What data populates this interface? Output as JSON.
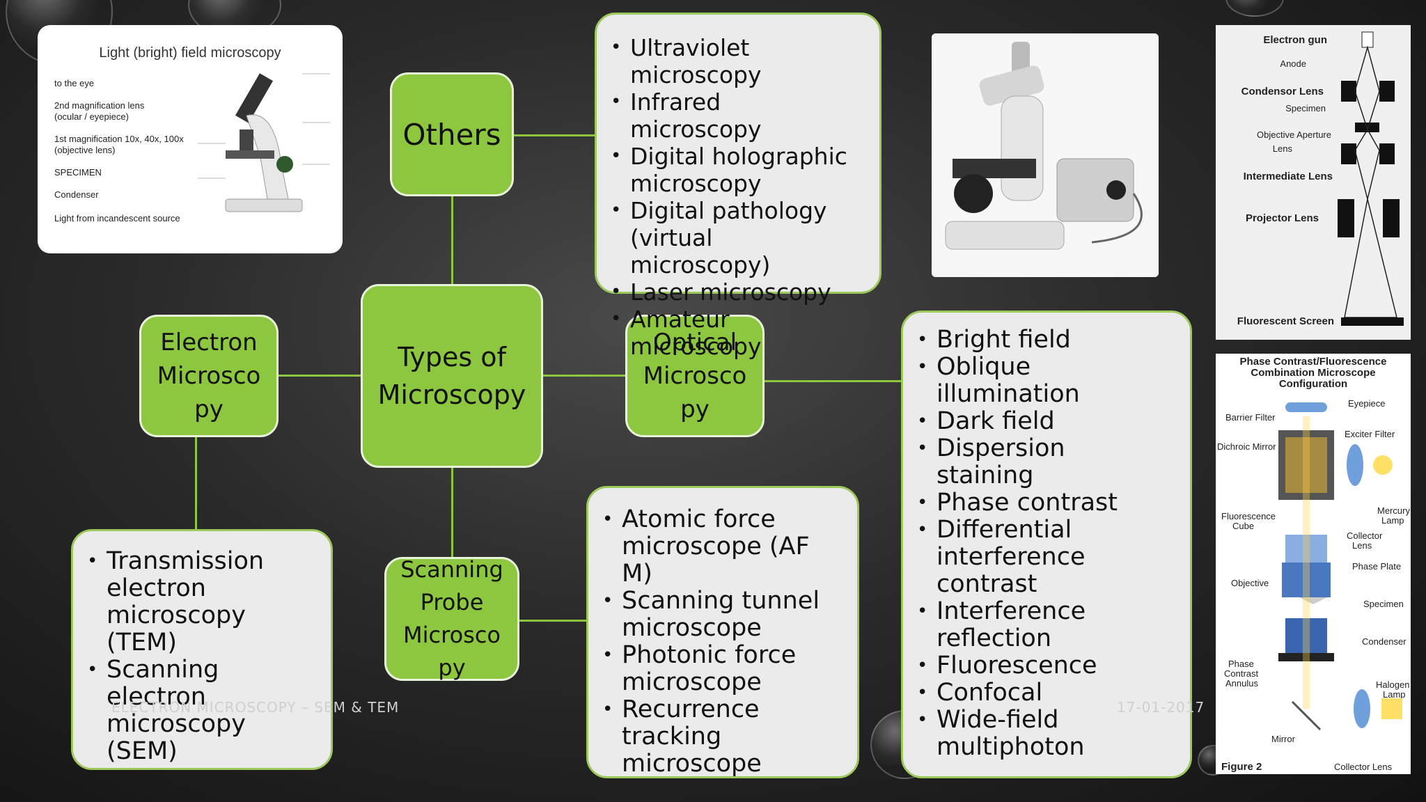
{
  "center": {
    "line1": "Types of",
    "line2": "Microscopy"
  },
  "others": {
    "label": "Others"
  },
  "electron": {
    "line1": "Electron",
    "line2": "Microsco",
    "line3": "py"
  },
  "optical": {
    "line1": "Optical",
    "line2": "Microsco",
    "line3": "py"
  },
  "scanning": {
    "line1": "Scanning",
    "line2": "Probe",
    "line3": "Microsco",
    "line4": "py"
  },
  "others_list": [
    [
      "Ultraviolet",
      "microscopy"
    ],
    [
      "Infrared",
      "microscopy"
    ],
    [
      "Digital holographic",
      "microscopy"
    ],
    [
      "Digital pathology",
      "(virtual",
      "microscopy)"
    ],
    [
      "Laser microscopy"
    ],
    [
      "Amateur",
      "microscopy"
    ]
  ],
  "electron_list": [
    [
      "Transmission",
      "electron",
      "microscopy",
      "(TEM)"
    ],
    [
      "Scanning",
      "electron",
      "microscopy",
      "(SEM)"
    ]
  ],
  "scanning_list": [
    [
      "Atomic force",
      "microscope (AF",
      "M)"
    ],
    [
      "Scanning tunnel",
      "microscope"
    ],
    [
      "Photonic force",
      "microscope"
    ],
    [
      "Recurrence",
      "tracking",
      "microscope"
    ]
  ],
  "optical_list": [
    [
      "Bright field"
    ],
    [
      "Oblique",
      "illumination"
    ],
    [
      "Dark field"
    ],
    [
      "Dispersion",
      "staining"
    ],
    [
      "Phase contrast"
    ],
    [
      "Differential",
      "interference",
      "contrast"
    ],
    [
      "Interference",
      "reflection"
    ],
    [
      "Fluorescence"
    ],
    [
      "Confocal"
    ],
    [
      "Wide-field",
      "multiphoton"
    ]
  ],
  "footer": {
    "left": "ELECTRON MICROSCOPY – SEM & TEM",
    "date": "17-01-2017"
  },
  "light_image": {
    "title": "Light (bright) field microscopy",
    "labels": [
      "to the eye",
      "2nd magnification lens",
      "(ocular / eyepiece)",
      "1st magnification 10x, 40x, 100x",
      "(objective lens)",
      "SPECIMEN",
      "Condenser",
      "Light from incandescent source"
    ]
  },
  "em_diagram": {
    "labels": [
      "Electron gun",
      "Anode",
      "Condensor Lens",
      "Specimen",
      "Objective Aperture",
      "Lens",
      "Intermediate Lens",
      "Projector Lens",
      "Fluorescent Screen"
    ]
  },
  "pc_diagram": {
    "title": [
      "Phase Contrast/Fluorescence",
      "Combination Microscope",
      "Configuration"
    ],
    "labels": [
      "Eyepiece",
      "Barrier Filter",
      "Exciter Filter",
      "Dichroic Mirror",
      "Fluorescence",
      "Cube",
      "Mercury",
      "Lamp",
      "Collector",
      "Lens",
      "Phase Plate",
      "Objective",
      "Specimen",
      "Condenser",
      "Phase",
      "Contrast",
      "Annulus",
      "Halogen",
      "Lamp",
      "Mirror",
      "Figure 2",
      "Collector Lens"
    ]
  },
  "colors": {
    "node": "#8dc63f",
    "box": "#ebebeb",
    "border": "#9cc95a"
  }
}
